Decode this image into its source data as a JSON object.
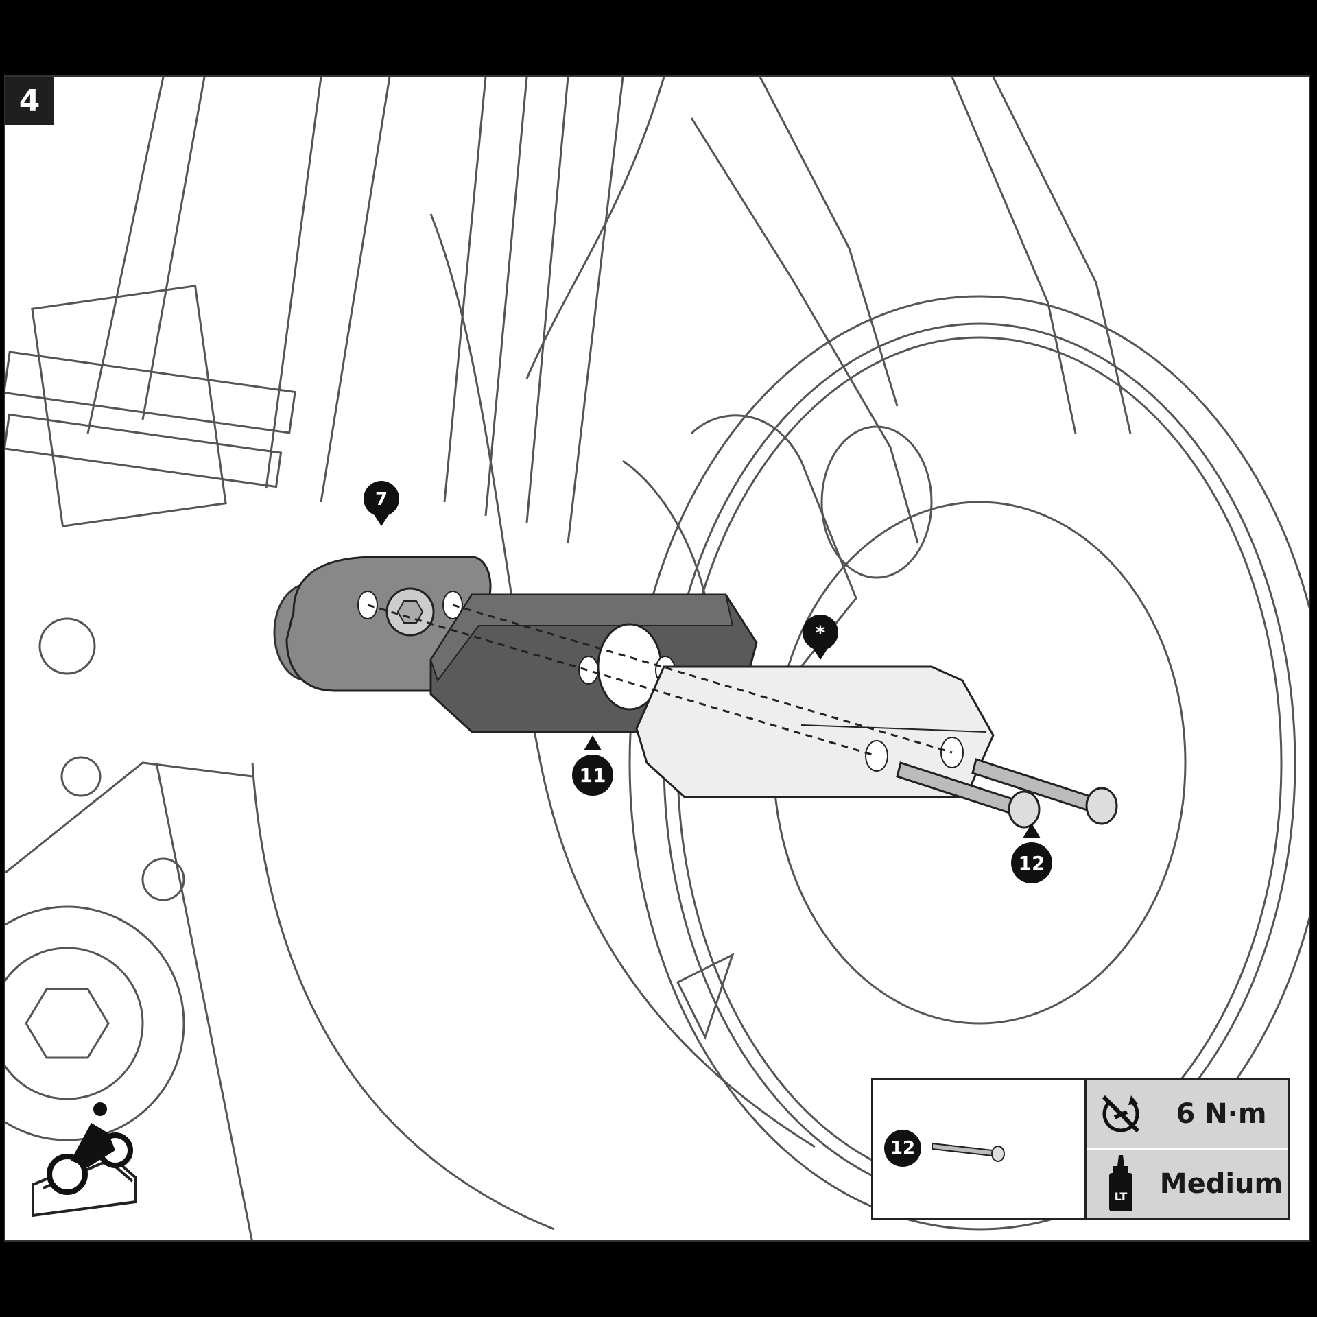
{
  "step_number": "4",
  "callouts": {
    "part_7": "7",
    "part_star": "*",
    "part_11": "11",
    "part_12": "12"
  },
  "spec_table": {
    "part_callout": "12",
    "torque_value": "6 N·m",
    "threadlocker_value": "Medium",
    "threadlocker_icon_label": "LT"
  },
  "icons": [
    "torque-wrench-icon",
    "threadlocker-bottle-icon",
    "motorcycle-lift-stand-icon"
  ]
}
